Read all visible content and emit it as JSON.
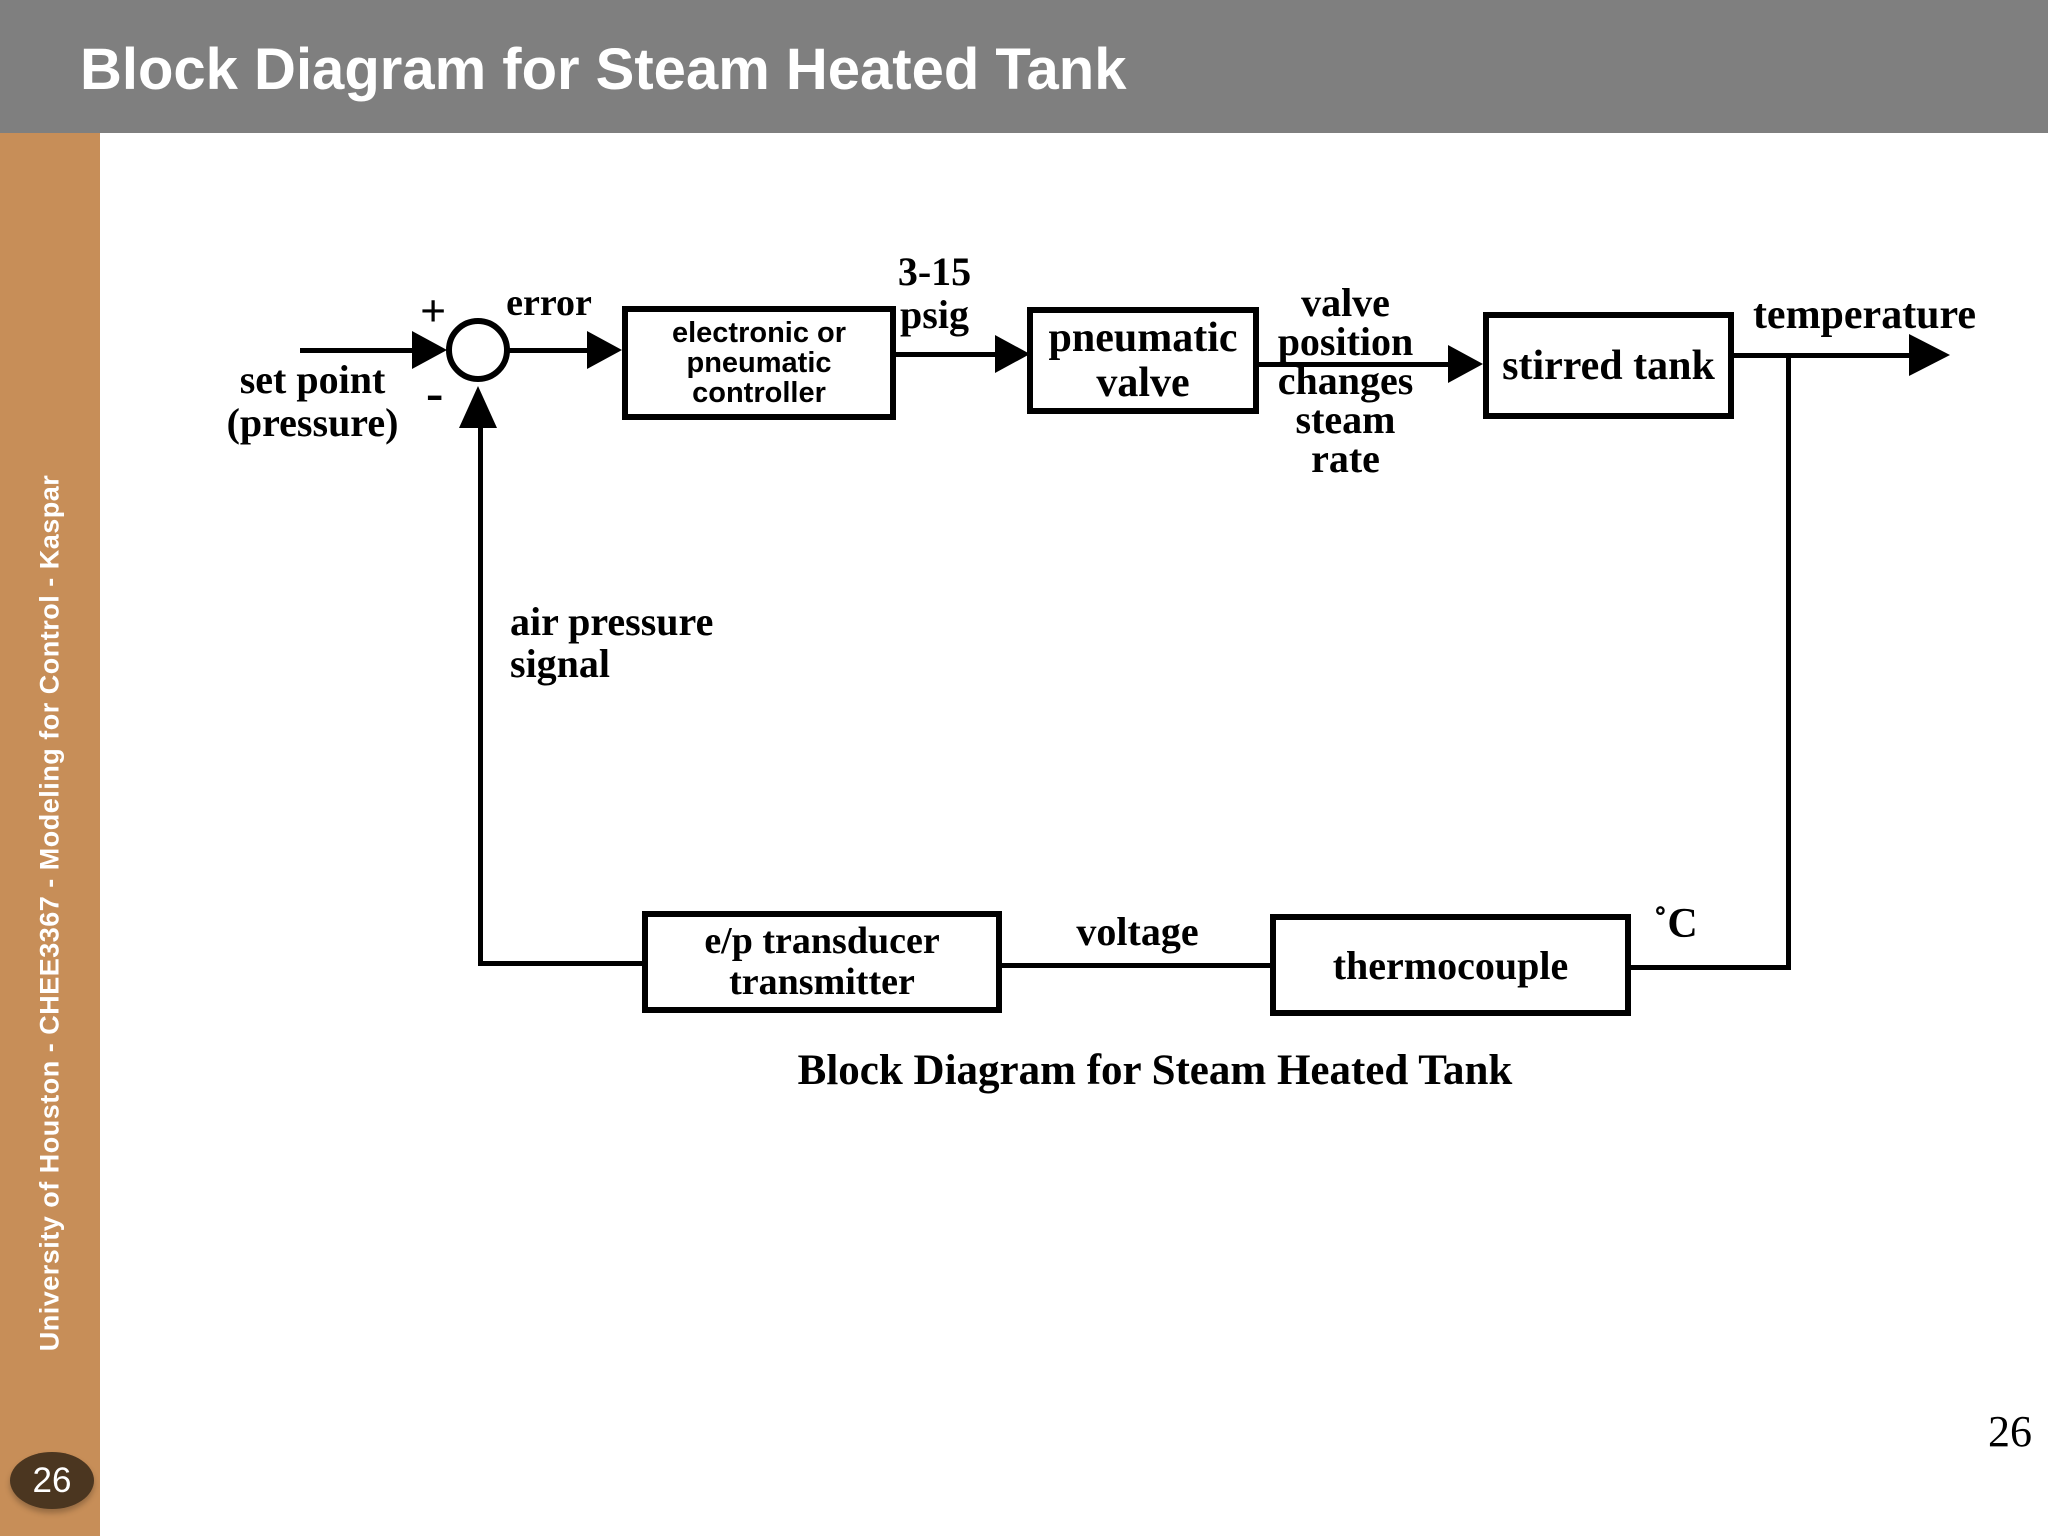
{
  "slide": {
    "title": "Block Diagram for Steam Heated Tank",
    "sidebar_text": "University of Houston - CHEE3367 - Modeling for Control - Kaspar",
    "slide_number_badge": "26",
    "page_number": "26"
  },
  "colors": {
    "header_bg": "#7f7f7f",
    "title_text": "#ffffff",
    "sidebar_bg": "#c78e58",
    "badge_bg": "#4b3620",
    "ink": "#000000",
    "canvas_bg": "#ffffff"
  },
  "diagram": {
    "caption": "Block Diagram for Steam Heated Tank",
    "summing_junction": {
      "plus": "+",
      "minus": "-"
    },
    "labels": {
      "set_point_line1": "set point",
      "set_point_line2": "(pressure)",
      "error": "error",
      "signal_range_line1": "3-15",
      "signal_range_line2": "psig",
      "valve_position_line1": "valve",
      "valve_position_line2": "position",
      "valve_position_line3": "changes",
      "valve_position_line4": "steam",
      "valve_position_line5": "rate",
      "temperature": "temperature",
      "air_pressure_line1": "air pressure",
      "air_pressure_line2": "signal",
      "voltage": "voltage",
      "deg_c": "˚C"
    },
    "blocks": {
      "controller_line1": "electronic or",
      "controller_line2": "pneumatic",
      "controller_line3": "controller",
      "valve_line1": "pneumatic",
      "valve_line2": "valve",
      "tank": "stirred tank",
      "ep_line1": "e/p transducer",
      "ep_line2": "transmitter",
      "thermocouple": "thermocouple"
    }
  }
}
